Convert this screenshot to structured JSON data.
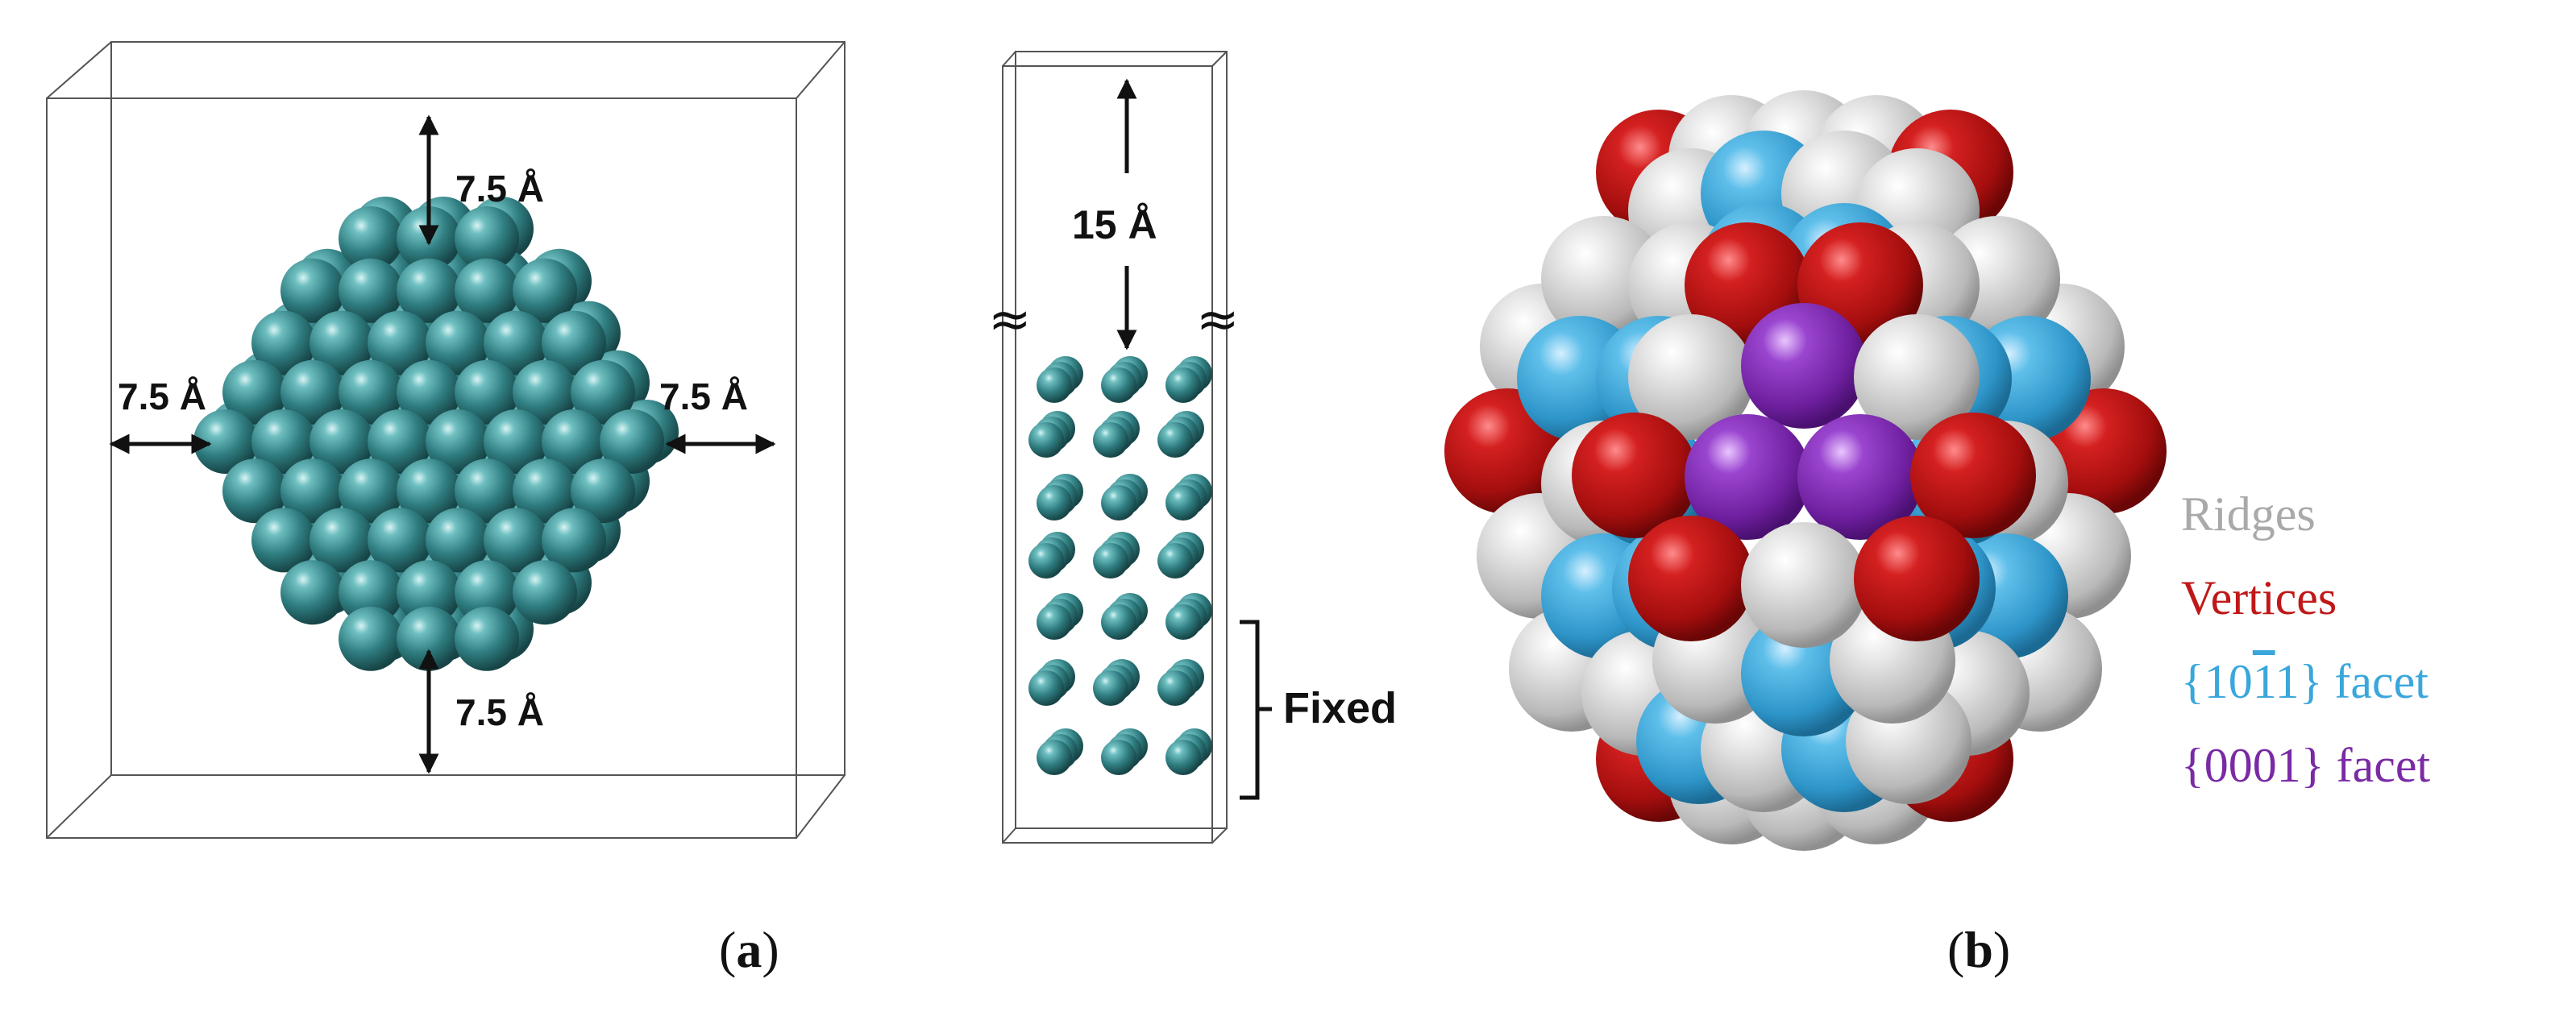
{
  "panel_a": {
    "label_open": "(",
    "label_letter": "a",
    "label_close": ")",
    "dim_top": "7.5 Å",
    "dim_left": "7.5 Å",
    "dim_right": "7.5 Å",
    "dim_bottom": "7.5 Å",
    "slab_dim": "15 Å",
    "break_symbol": "≈",
    "fixed_label": "Fixed"
  },
  "panel_b": {
    "label_open": "(",
    "label_letter": "b",
    "label_close": ")",
    "legend": [
      {
        "text": "Ridges",
        "color": "#a9a9a9"
      },
      {
        "text": "Vertices",
        "color": "#c01818"
      },
      {
        "text_prefix": "{10",
        "text_bar": "1",
        "text_suffix": "1} facet",
        "color": "#3aa7dc"
      },
      {
        "text": "{0001} facet",
        "color": "#7a2aa5"
      }
    ]
  },
  "colors": {
    "teal": "#3a8a8c",
    "ridge": "#d2d2d2",
    "vertex": "#c01818",
    "facet_1011": "#3aa7dc",
    "facet_0001": "#7a2aa5"
  }
}
